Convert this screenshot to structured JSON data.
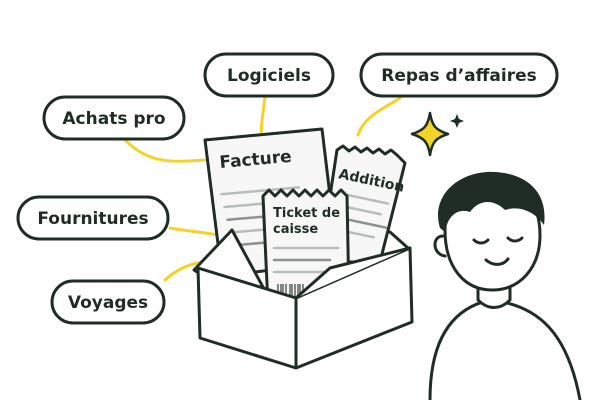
{
  "labels": {
    "achats_pro": "Achats pro",
    "logiciels": "Logiciels",
    "repas_affaires": "Repas d’affaires",
    "fournitures": "Fournitures",
    "voyages": "Voyages"
  },
  "documents": {
    "facture": "Facture",
    "addition": "Addition",
    "ticket_line1": "Ticket de",
    "ticket_line2": "caisse"
  },
  "colors": {
    "ink": "#1f2d24",
    "accent_yellow": "#f3d32a",
    "paper": "#f6f7f6"
  },
  "icons": {
    "sparkle": "sparkle-icon",
    "barcode": "barcode-icon"
  }
}
